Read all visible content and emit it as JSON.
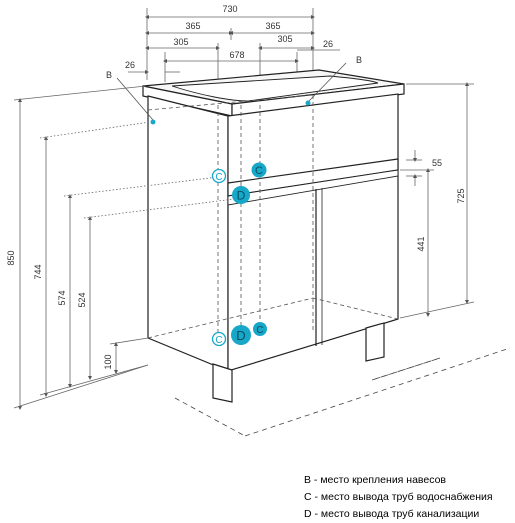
{
  "dimensions": {
    "top": {
      "total": "730",
      "left_half": "365",
      "right_half": "365",
      "left_inner": "305",
      "right_inner": "305",
      "basin": "678",
      "offset_left": "26",
      "offset_right": "26"
    },
    "vertical": {
      "h850": "850",
      "h744": "744",
      "h574": "574",
      "h524": "524",
      "h100": "100",
      "h725": "725",
      "h441": "441",
      "h55": "55"
    }
  },
  "markers": {
    "b": "B",
    "c": "C",
    "d": "D"
  },
  "legend": [
    "B - место крепления навесов",
    "C - место вывода труб водоснабжения",
    "D - место вывода труб канализации"
  ],
  "colors": {
    "marker_fill": "#16a7c9",
    "line": "#222222",
    "dim_line": "#666666"
  }
}
